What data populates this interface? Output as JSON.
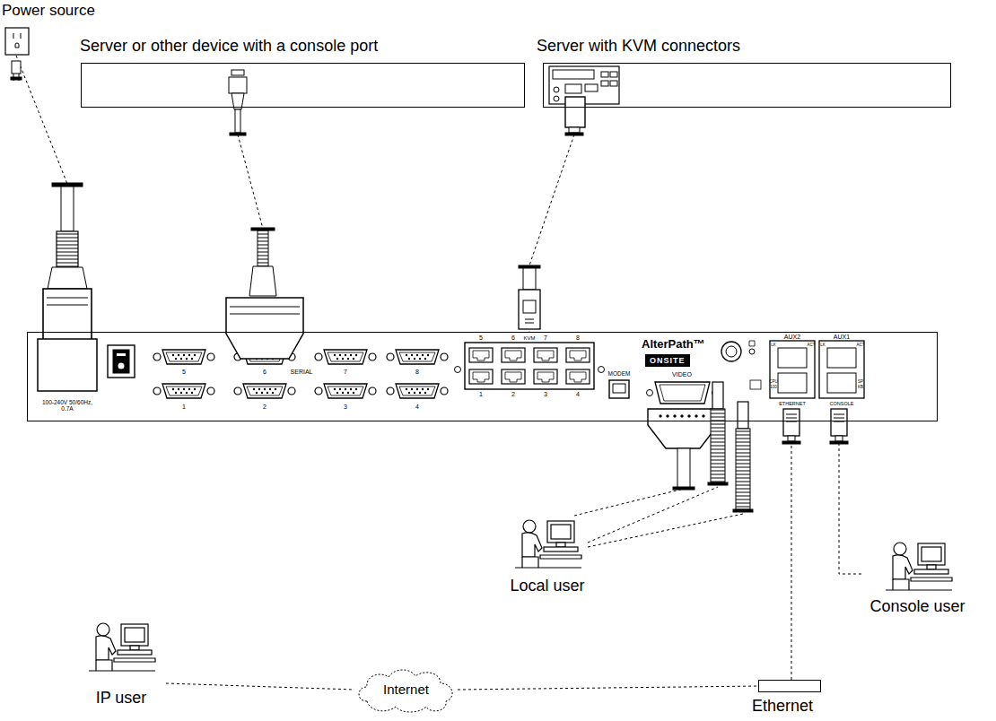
{
  "diagram": {
    "nodes": [
      {
        "text": [
          "Power source"
        ]
      },
      {
        "text": [
          "Server or other device with a console port"
        ]
      },
      {
        "text": [
          "Server with KVM connectors"
        ]
      },
      {
        "text": [
          "AlterPath™",
          "ONSITE"
        ]
      },
      {
        "text": [
          "Local user"
        ]
      },
      {
        "text": [
          "Console user"
        ]
      },
      {
        "text": [
          "IP user"
        ]
      },
      {
        "text": [
          "Internet"
        ]
      },
      {
        "text": [
          "Ethernet"
        ]
      }
    ],
    "edges": [
      {
        "from": 0,
        "to": 3,
        "arrow": "none"
      },
      {
        "from": 1,
        "to": 3,
        "arrow": "none"
      },
      {
        "from": 2,
        "to": 3,
        "arrow": "none"
      },
      {
        "from": 4,
        "to": 3,
        "arrow": "none"
      },
      {
        "from": 5,
        "to": 3,
        "arrow": "none"
      },
      {
        "from": 8,
        "to": 3,
        "arrow": "none"
      },
      {
        "from": 6,
        "to": 7,
        "arrow": "none"
      },
      {
        "from": 7,
        "to": 8,
        "arrow": "none"
      }
    ],
    "labels": [
      "100-240V 50/60Hz, 0.7A",
      "5",
      "6",
      "SERIAL",
      "7",
      "8",
      "1",
      "2",
      "3",
      "4",
      "5",
      "6",
      "KVM",
      "7",
      "8",
      "1",
      "2",
      "3",
      "4",
      "MODEM",
      "VIDEO",
      "AUX2",
      "LK",
      "ACT",
      "CPU",
      "100",
      "AUX1",
      "LK",
      "ACT",
      "SP",
      "KB",
      "ETHERNET",
      "CONSOLE"
    ]
  }
}
